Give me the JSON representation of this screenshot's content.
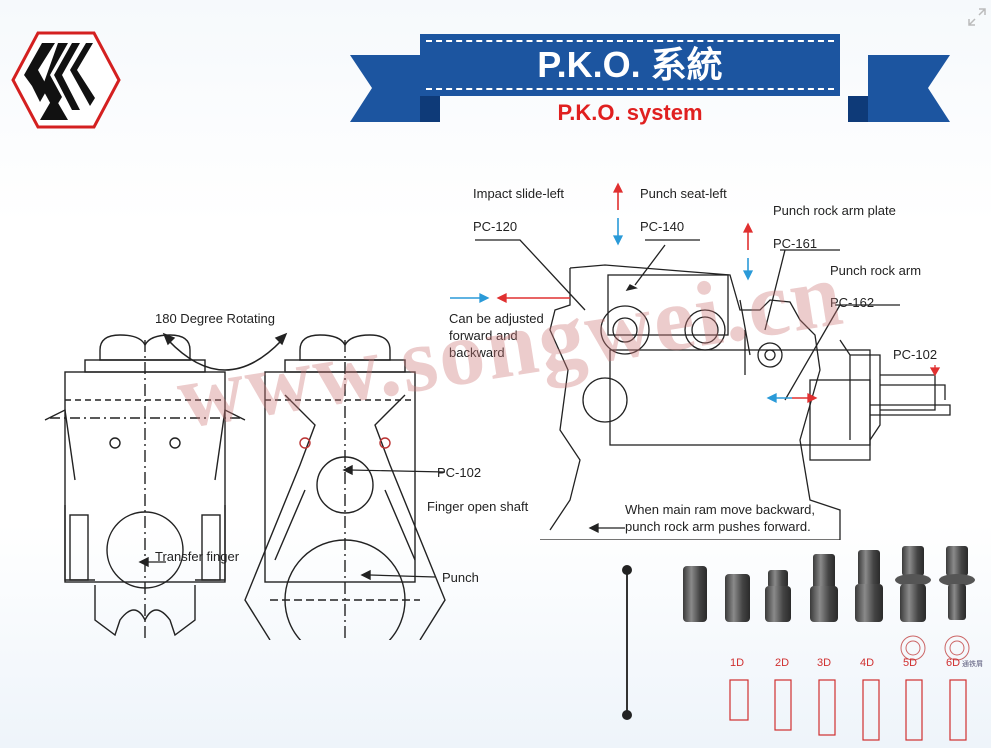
{
  "logo": {
    "name": "SW hexagon logo",
    "colors": {
      "border": "#d42020",
      "mark": "#111111"
    }
  },
  "banner": {
    "title": "P.K.O. 系統",
    "subtitle": "P.K.O. system",
    "colors": {
      "ribbon": "#1c55a0",
      "title": "#ffffff",
      "subtitle": "#e02020"
    }
  },
  "corner_icon": "expand-icon",
  "watermark": "www.songwei.cn",
  "left_diagram": {
    "rotation_label": "180 Degree Rotating",
    "labels": {
      "transfer_finger": "Transfer finger",
      "pc102": "PC-102",
      "finger_open_shaft": "Finger open shaft",
      "punch": "Punch"
    }
  },
  "right_diagram": {
    "labels": {
      "impact_slide_left": "Impact slide-left",
      "pc120": "PC-120",
      "punch_seat_left": "Punch seat-left",
      "pc140": "PC-140",
      "punch_rock_arm_plate": "Punch rock arm plate",
      "pc161": "PC-161",
      "punch_rock_arm": "Punch rock arm",
      "pc162": "PC-162",
      "pc102": "PC-102",
      "adjust_line1": "Can be adjusted",
      "adjust_line2": "forward and",
      "adjust_line3": "backward",
      "note_line1": "When main ram move backward,",
      "note_line2": "punch rock arm pushes forward."
    },
    "arrow_colors": {
      "red": "#e03030",
      "blue": "#2a9ad8"
    }
  },
  "parts": {
    "stages": [
      "1D",
      "2D",
      "3D",
      "4D",
      "5D",
      "6D"
    ],
    "note_6d": "通铁屑",
    "stage_label_color": "#d03030"
  }
}
